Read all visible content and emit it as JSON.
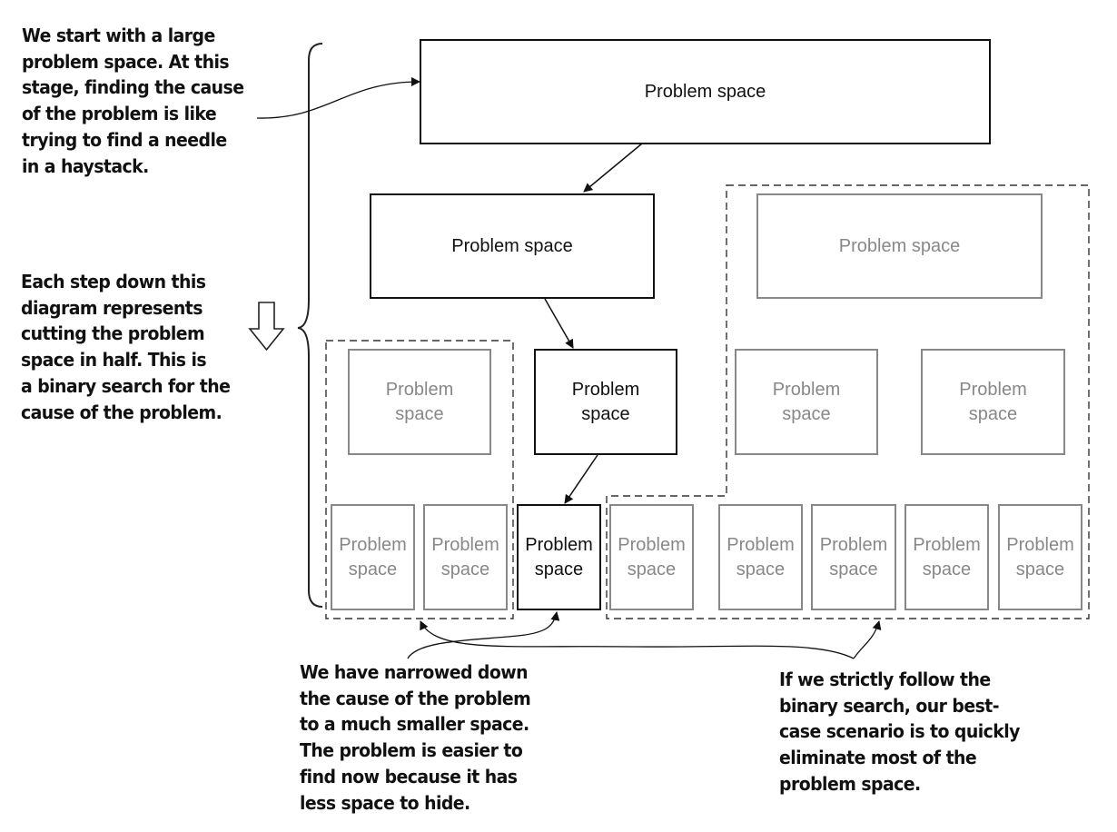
{
  "annotations": {
    "large_space": "We start with a large\nproblem space. At this\nstage, finding the cause\nof the problem is like\ntrying to find a needle\nin a haystack.",
    "each_step": "Each step down this\ndiagram represents\ncutting the problem\nspace in half. This is\na binary search for the\ncause of the problem.",
    "narrowed": "We have narrowed down\nthe cause of the problem\nto a much smaller space.\nThe problem is easier to\nfind now because it has\nless space to hide.",
    "best_case": "If we strictly follow the\nbinary search, our best-\ncase scenario is to quickly\neliminate most of the\nproblem space."
  },
  "boxes": {
    "level0": {
      "label": "Problem space",
      "state": "active"
    },
    "level1_left": {
      "label": "Problem space",
      "state": "active"
    },
    "level1_right": {
      "label": "Problem space",
      "state": "eliminated"
    },
    "level2": [
      {
        "label": "Problem\nspace",
        "state": "eliminated"
      },
      {
        "label": "Problem\nspace",
        "state": "active"
      },
      {
        "label": "Problem\nspace",
        "state": "eliminated"
      },
      {
        "label": "Problem\nspace",
        "state": "eliminated"
      }
    ],
    "level3": [
      {
        "label": "Problem\nspace",
        "state": "eliminated"
      },
      {
        "label": "Problem\nspace",
        "state": "eliminated"
      },
      {
        "label": "Problem\nspace",
        "state": "active"
      },
      {
        "label": "Problem\nspace",
        "state": "eliminated"
      },
      {
        "label": "Problem\nspace",
        "state": "eliminated"
      },
      {
        "label": "Problem\nspace",
        "state": "eliminated"
      },
      {
        "label": "Problem\nspace",
        "state": "eliminated"
      },
      {
        "label": "Problem\nspace",
        "state": "eliminated"
      }
    ]
  },
  "colors": {
    "active": "#111111",
    "eliminated": "#888888",
    "dashed": "#333333"
  }
}
